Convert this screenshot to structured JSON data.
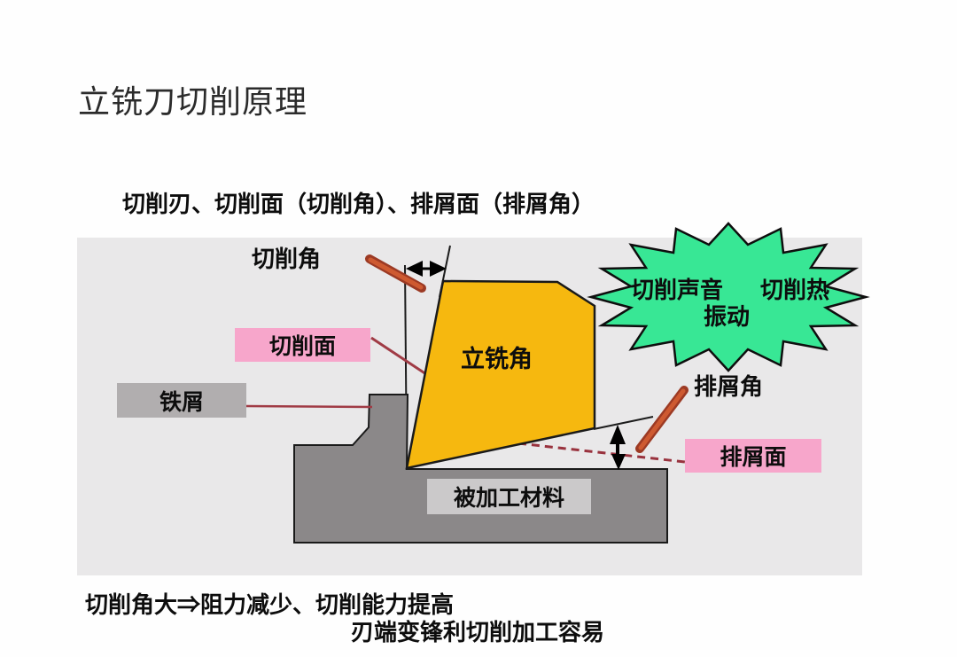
{
  "title": "立铣刀切削原理",
  "subtitle": "切削刃、切削面（切削角）、排屑面（排屑角）",
  "diagram": {
    "labels": {
      "cutting_angle": "切削角",
      "cutting_face": "切削面",
      "chip": "铁屑",
      "mill_angle": "立铣角",
      "chip_angle": "排屑角",
      "chip_face": "排屑面",
      "workpiece": "被加工材料"
    },
    "starburst": {
      "items": [
        "切削声音",
        "切削热",
        "振动"
      ]
    },
    "colors": {
      "cutter_yellow": "#f6b80f",
      "starburst_green": "#38e795",
      "label_pink": "#f7a6cb",
      "label_gray": "#b1aeaf",
      "label_light_gray": "#cbc9ca",
      "workpiece_gray": "#8b8889",
      "leader_red": "#a03b45",
      "marker_red": "#ce5a31"
    }
  },
  "notes": {
    "line1": "切削角大⇒阻力减少、切削能力提高",
    "line2": "刃端变锋利切削加工容易"
  }
}
